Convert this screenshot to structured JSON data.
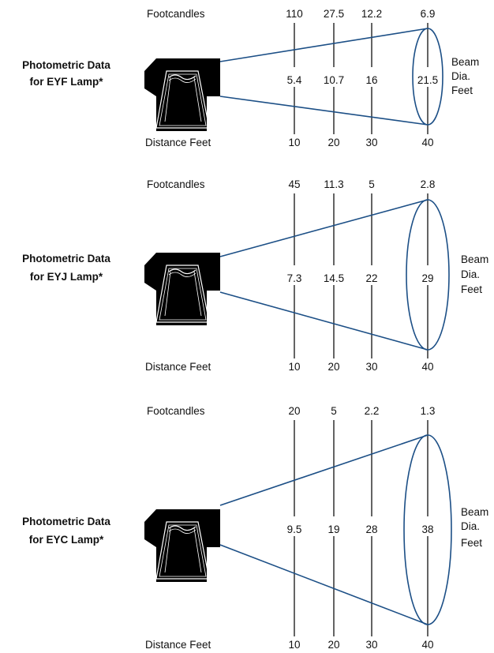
{
  "colors": {
    "beam": "#1c4f86",
    "lamp": "#000000",
    "text": "#111111"
  },
  "panels": [
    {
      "title_line1": "Photometric Data",
      "title_line2": "for EYF Lamp*",
      "footcandles_label": "Footcandles",
      "distance_label": "Distance Feet",
      "beam_label_line1": "Beam",
      "beam_label_line2": "Dia.",
      "beam_label_line3": "Feet",
      "distances": [
        "10",
        "20",
        "30",
        "40"
      ],
      "footcandles": [
        "110",
        "27.5",
        "12.2",
        "6.9"
      ],
      "beam_diameters": [
        "5.4",
        "10.7",
        "16",
        "21.5"
      ]
    },
    {
      "title_line1": "Photometric Data",
      "title_line2": "for EYJ Lamp*",
      "footcandles_label": "Footcandles",
      "distance_label": "Distance Feet",
      "beam_label_line1": "Beam",
      "beam_label_line2": "Dia.",
      "beam_label_line3": "Feet",
      "distances": [
        "10",
        "20",
        "30",
        "40"
      ],
      "footcandles": [
        "45",
        "11.3",
        "5",
        "2.8"
      ],
      "beam_diameters": [
        "7.3",
        "14.5",
        "22",
        "29"
      ]
    },
    {
      "title_line1": "Photometric Data",
      "title_line2": "for EYC Lamp*",
      "footcandles_label": "Footcandles",
      "distance_label": "Distance Feet",
      "beam_label_line1": "Beam",
      "beam_label_line2": "Dia.",
      "beam_label_line3": "Feet",
      "distances": [
        "10",
        "20",
        "30",
        "40"
      ],
      "footcandles": [
        "20",
        "5",
        "2.2",
        "1.3"
      ],
      "beam_diameters": [
        "9.5",
        "19",
        "28",
        "38"
      ]
    }
  ]
}
